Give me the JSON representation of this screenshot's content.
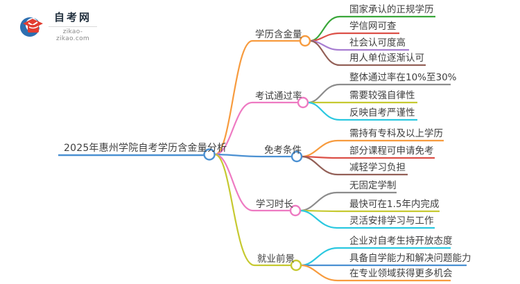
{
  "logo": {
    "site_name": "自考网",
    "site_url": "zikao-zikao.com",
    "icon_colors": {
      "crescent_blue": "#2e6fb0",
      "cap_red": "#e23d31"
    }
  },
  "central": {
    "title": "2025年惠州学院自考学历含金量分析",
    "color": "#4a90d2"
  },
  "branches": [
    {
      "label": "学历含金量",
      "color": "#f79b3e",
      "children": [
        {
          "text": "国家承认的正规学历",
          "color": "#3aa73a"
        },
        {
          "text": "学信网可查",
          "color": "#dc5047"
        },
        {
          "text": "社会认可度高",
          "color": "#a87ed2"
        },
        {
          "text": "用人单位逐渐认可",
          "color": "#936057"
        }
      ]
    },
    {
      "label": "考试通过率",
      "color": "#ee7ac2",
      "children": [
        {
          "text": "整体通过率在10%至30%",
          "color": "#8c8c8c"
        },
        {
          "text": "需要较强自律性",
          "color": "#c6c930"
        },
        {
          "text": "反映自考严谨性",
          "color": "#2bc8e0"
        }
      ]
    },
    {
      "label": "免考条件",
      "color": "#4a90d2",
      "children": [
        {
          "text": "需持有专科及以上学历",
          "color": "#f79b3e"
        },
        {
          "text": "部分课程可申请免考",
          "color": "#dc5047"
        },
        {
          "text": "减轻学习负担",
          "color": "#936057"
        }
      ]
    },
    {
      "label": "学习时长",
      "color": "#ee7ac2",
      "children": [
        {
          "text": "无固定学制",
          "color": "#8c8c8c"
        },
        {
          "text": "最快可在1.5年内完成",
          "color": "#c6c930"
        },
        {
          "text": "灵活安排学习与工作",
          "color": "#2bc8e0"
        }
      ]
    },
    {
      "label": "就业前景",
      "color": "#c6c930",
      "children": [
        {
          "text": "企业对自考生持开放态度",
          "color": "#2bc8e0"
        },
        {
          "text": "具备自学能力和解决问题能力",
          "color": "#4a90d2"
        },
        {
          "text": "在专业领域获得更多机会",
          "color": "#f79b3e"
        }
      ]
    }
  ]
}
